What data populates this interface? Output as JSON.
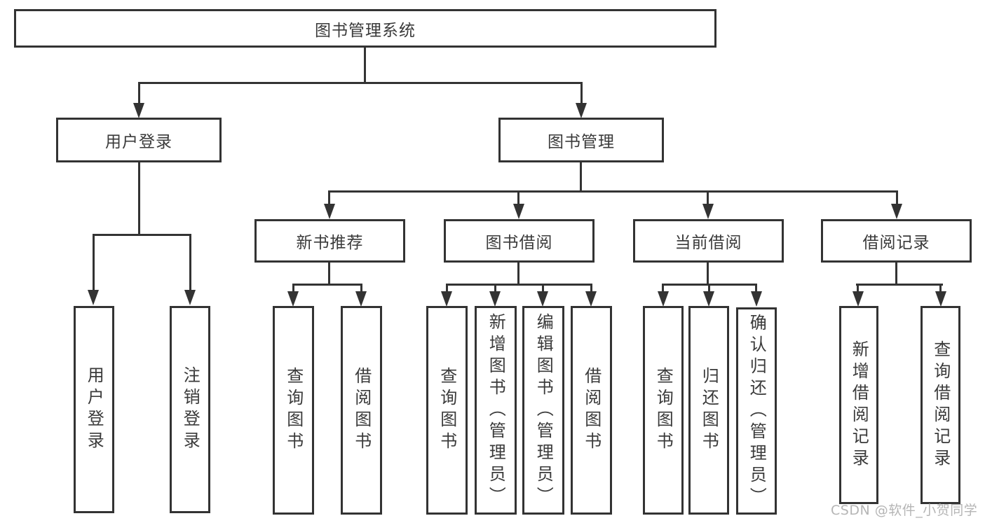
{
  "diagram": {
    "title": "图书管理系统",
    "colors": {
      "line": "#333333",
      "text": "#3a3a3a",
      "background": "#ffffff",
      "watermark": "#b5b5b5"
    },
    "root": {
      "label": "图书管理系统"
    },
    "branches": [
      {
        "label": "用户登录",
        "children": [
          {
            "label": "用户登录"
          },
          {
            "label": "注销登录"
          }
        ]
      },
      {
        "label": "图书管理",
        "children": [
          {
            "label": "新书推荐",
            "children": [
              {
                "label": "查询图书"
              },
              {
                "label": "借阅图书"
              }
            ]
          },
          {
            "label": "图书借阅",
            "children": [
              {
                "label": "查询图书"
              },
              {
                "label": "新增图书（管理员）"
              },
              {
                "label": "编辑图书（管理员）"
              },
              {
                "label": "借阅图书"
              }
            ]
          },
          {
            "label": "当前借阅",
            "children": [
              {
                "label": "查询图书"
              },
              {
                "label": "归还图书"
              },
              {
                "label": "确认归还（管理员）"
              }
            ]
          },
          {
            "label": "借阅记录",
            "children": [
              {
                "label": "新增借阅记录"
              },
              {
                "label": "查询借阅记录"
              }
            ]
          }
        ]
      }
    ],
    "watermark": "CSDN @软件_小贺同学"
  }
}
